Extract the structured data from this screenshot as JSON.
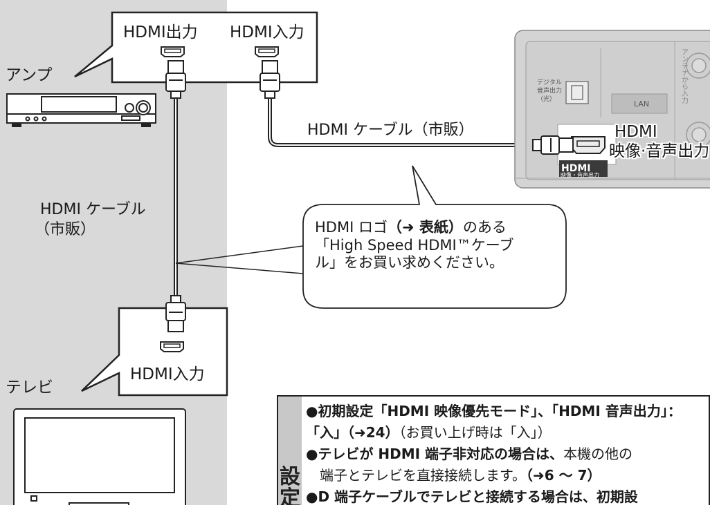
{
  "amp_box": {
    "output_label": "HDMI出力",
    "input_label": "HDMI入力"
  },
  "amp_label": "アンプ",
  "tv_box": {
    "input_label": "HDMI入力"
  },
  "tv_label": "テレビ",
  "cable_top": "HDMI ケーブル（市販）",
  "cable_left": {
    "line1": "HDMI ケーブル",
    "line2": "（市販）"
  },
  "recorder": {
    "hdmi_label_line1": "HDMI",
    "hdmi_label_line2": "映像·音声出力",
    "digital_audio_line1": "デジタル",
    "digital_audio_line2": "音声出力",
    "digital_audio_line3": "（光）",
    "lan": "LAN",
    "hdmi_logo": "HDMI",
    "hdmi_sub": "映像・音声出力",
    "antenna": "アンテナから入力"
  },
  "callout": {
    "line1_pre": "HDMI ロゴ",
    "line1_bold": "（➜ 表紙）",
    "line1_post": "のある",
    "line2": "「High Speed HDMI™ケーブ",
    "line3": "ル」をお買い求めください。"
  },
  "notes": {
    "tab_label_1": "設",
    "tab_label_2": "定",
    "item1_line1": "●初期設定「HDMI 映像優先モード」、「HDMI 音声出力」：",
    "item1_line2_bold": "「入」（➜24）",
    "item1_line2_rest": "（お買い上げ時は「入」）",
    "item2_line1_bold": "●テレビが HDMI 端子非対応の場合は、",
    "item2_line1_rest": "本機の他の",
    "item2_line2_rest": "端子とテレビを直接接続します。",
    "item2_line2_bold": "（➜6 〜 7）",
    "item3_line1": "●D 端子ケーブルでテレビと接続する場合は、初期設"
  }
}
